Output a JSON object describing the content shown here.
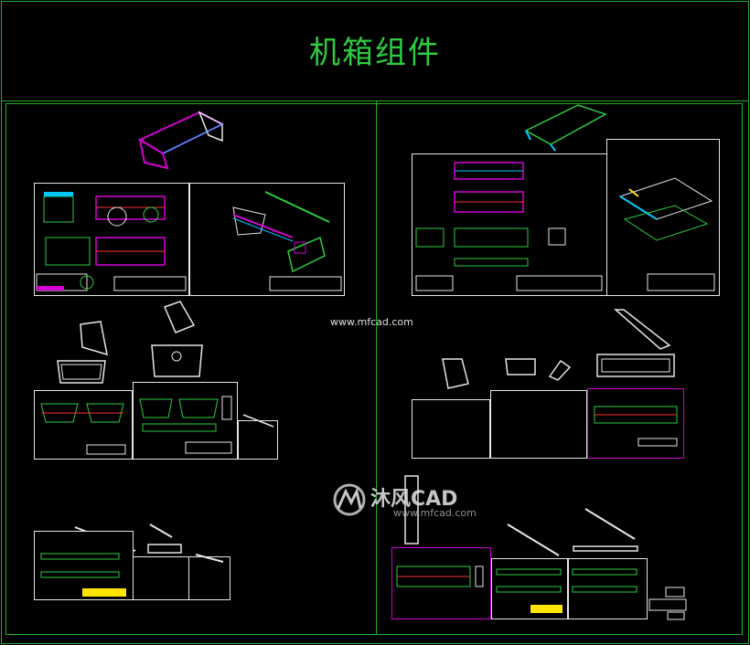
{
  "canvas": {
    "background": "#000000",
    "frame_color": "#22b022"
  },
  "title": "机箱组件",
  "watermark_url": "www.mfcad.com",
  "watermark_logo": {
    "brand": "沐风CAD",
    "domain": "www.mfcad.com"
  },
  "colors": {
    "line_green": "#2ecc40",
    "line_white": "#e6e6e6",
    "magenta": "#d400d4",
    "cyan": "#00c8ff",
    "yellow": "#ffe600",
    "red": "#ff3030"
  },
  "panels": [
    {
      "name": "top-left-panel",
      "content": "chassis assembly drawings"
    },
    {
      "name": "top-right-panel",
      "content": "chassis frame drawings"
    }
  ]
}
